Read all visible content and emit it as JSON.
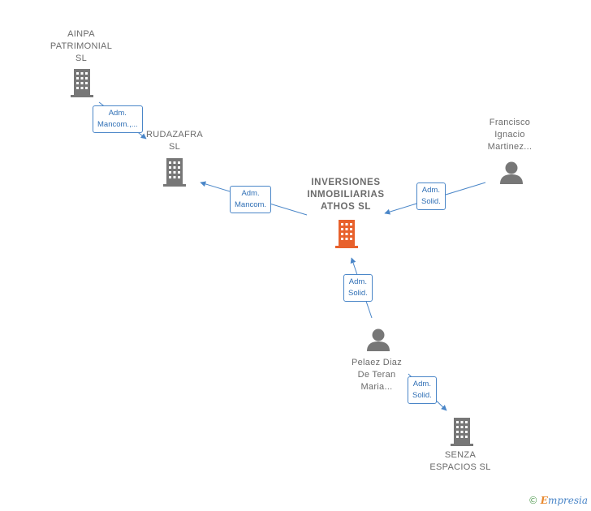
{
  "colors": {
    "edge": "#4a86c8",
    "company_icon": "#777777",
    "main_company_icon": "#e8612c",
    "person_icon": "#777777"
  },
  "nodes": {
    "main": {
      "label_lines": [
        "INVERSIONES",
        "INMOBILIARIAS",
        "ATHOS  SL"
      ],
      "icon": "building-icon"
    },
    "ainpa": {
      "label_lines": [
        "AINPA",
        "PATRIMONIAL",
        "SL"
      ],
      "icon": "building-icon"
    },
    "rudazafra": {
      "label_lines": [
        "RUDAZAFRA",
        "SL"
      ],
      "icon": "building-icon"
    },
    "francisco": {
      "label_lines": [
        "Francisco",
        "Ignacio",
        "Martinez..."
      ],
      "icon": "person-icon"
    },
    "pelaez": {
      "label_lines": [
        "Pelaez Diaz",
        "De Teran",
        "Maria..."
      ],
      "icon": "person-icon"
    },
    "senza": {
      "label_lines": [
        "SENZA",
        "ESPACIOS  SL"
      ],
      "icon": "building-icon"
    }
  },
  "edges": {
    "ainpa_rudazafra": {
      "lines": [
        "Adm.",
        "Mancom.,..."
      ]
    },
    "main_rudazafra": {
      "lines": [
        "Adm.",
        "Mancom."
      ]
    },
    "francisco_main": {
      "lines": [
        "Adm.",
        "Solid."
      ]
    },
    "pelaez_main": {
      "lines": [
        "Adm.",
        "Solid."
      ]
    },
    "pelaez_senza": {
      "lines": [
        "Adm.",
        "Solid."
      ]
    }
  },
  "brand": {
    "copyright": "©",
    "name_first": "E",
    "name_rest": "mpresia"
  }
}
